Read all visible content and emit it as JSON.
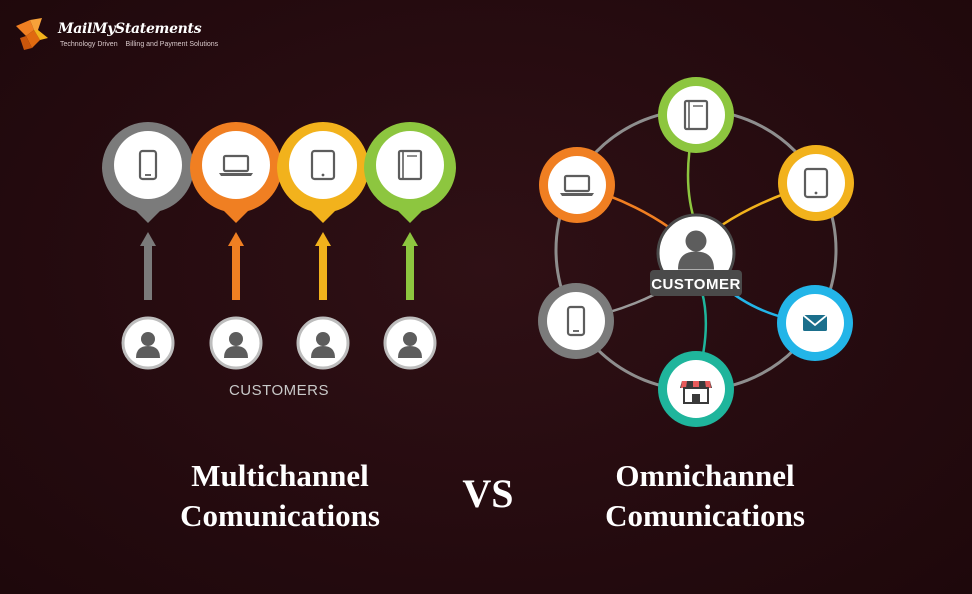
{
  "brand": {
    "name": "MailMyStatements",
    "tagline_left": "Technology Driven",
    "tagline_right": "Billing and Payment Solutions"
  },
  "multichannel": {
    "caption": "CUSTOMERS",
    "title_line1": "Multichannel",
    "title_line2": "Comunications",
    "channels": [
      {
        "icon": "smartphone-icon",
        "color": "#7b7b7b"
      },
      {
        "icon": "laptop-icon",
        "color": "#f07f22"
      },
      {
        "icon": "tablet-icon",
        "color": "#f2b21c"
      },
      {
        "icon": "book-icon",
        "color": "#8dc63f"
      }
    ]
  },
  "separator": "VS",
  "omnichannel": {
    "center_label": "CUSTOMER",
    "title_line1": "Omnichannel",
    "title_line2": "Comunications",
    "channels": [
      {
        "icon": "book-icon",
        "color": "#8dc63f"
      },
      {
        "icon": "tablet-icon",
        "color": "#f2b21c"
      },
      {
        "icon": "mail-icon",
        "color": "#23b5e8"
      },
      {
        "icon": "store-icon",
        "color": "#1fb59c"
      },
      {
        "icon": "smartphone-icon",
        "color": "#7b7b7b"
      },
      {
        "icon": "laptop-icon",
        "color": "#f07f22"
      }
    ]
  }
}
